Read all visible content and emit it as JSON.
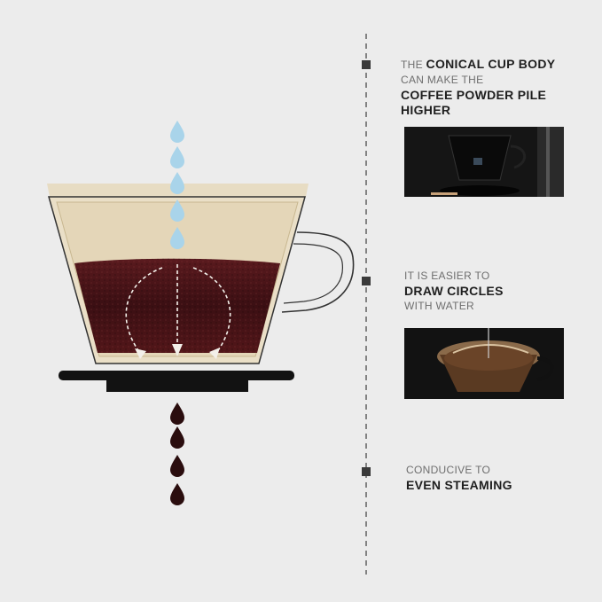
{
  "features": [
    {
      "parts": [
        {
          "text": "THE ",
          "style": "light"
        },
        {
          "text": "CONICAL CUP BODY",
          "style": "bold"
        }
      ],
      "lines": [
        {
          "text": "CAN MAKE THE",
          "style": "light"
        },
        {
          "text": "COFFEE POWDER PILE",
          "style": "bold"
        },
        {
          "text": "HIGHER",
          "style": "bold"
        }
      ]
    },
    {
      "lines": [
        {
          "text": "IT IS EASIER TO",
          "style": "light"
        },
        {
          "text": "DRAW CIRCLES",
          "style": "bold"
        },
        {
          "text": "WITH WATER",
          "style": "light"
        }
      ]
    },
    {
      "lines": [
        {
          "text": "CONDUCIVE TO",
          "style": "light"
        },
        {
          "text": "EVEN STEAMING",
          "style": "bold"
        }
      ]
    }
  ],
  "colors": {
    "background": "#ececec",
    "water_drop": "#a9d4ea",
    "coffee_drop": "#2a0d0e",
    "grounds": "#4a1418",
    "filter_paper": "#e8dcc4",
    "divider": "#555555"
  },
  "icons": {
    "water_drops": "water-drop-icon",
    "coffee_drops": "coffee-drop-icon",
    "markers": "timeline-marker-icon"
  }
}
